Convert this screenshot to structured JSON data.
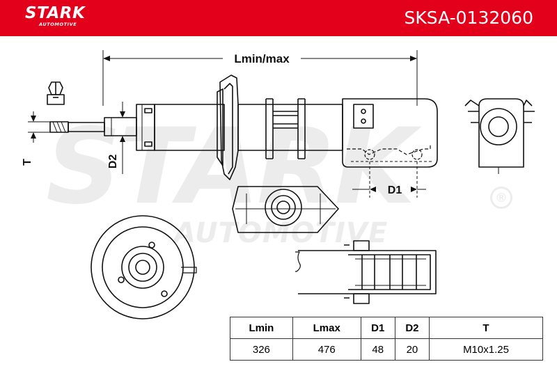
{
  "header": {
    "brand": "STARK",
    "brand_sub": "AUTOMOTIVE",
    "part_number": "SKSA-0132060",
    "background": "#e3001b"
  },
  "watermark": {
    "brand": "STARK",
    "brand_sub": "AUTOMOTIVE",
    "mark": "®"
  },
  "diagram": {
    "length_label": "Lmin/max",
    "d1_label": "D1",
    "d2_label": "D2",
    "t_label": "T"
  },
  "specs": {
    "headers": [
      "Lmin",
      "Lmax",
      "D1",
      "D2",
      "T"
    ],
    "values": [
      "326",
      "476",
      "48",
      "20",
      "M10x1.25"
    ]
  }
}
